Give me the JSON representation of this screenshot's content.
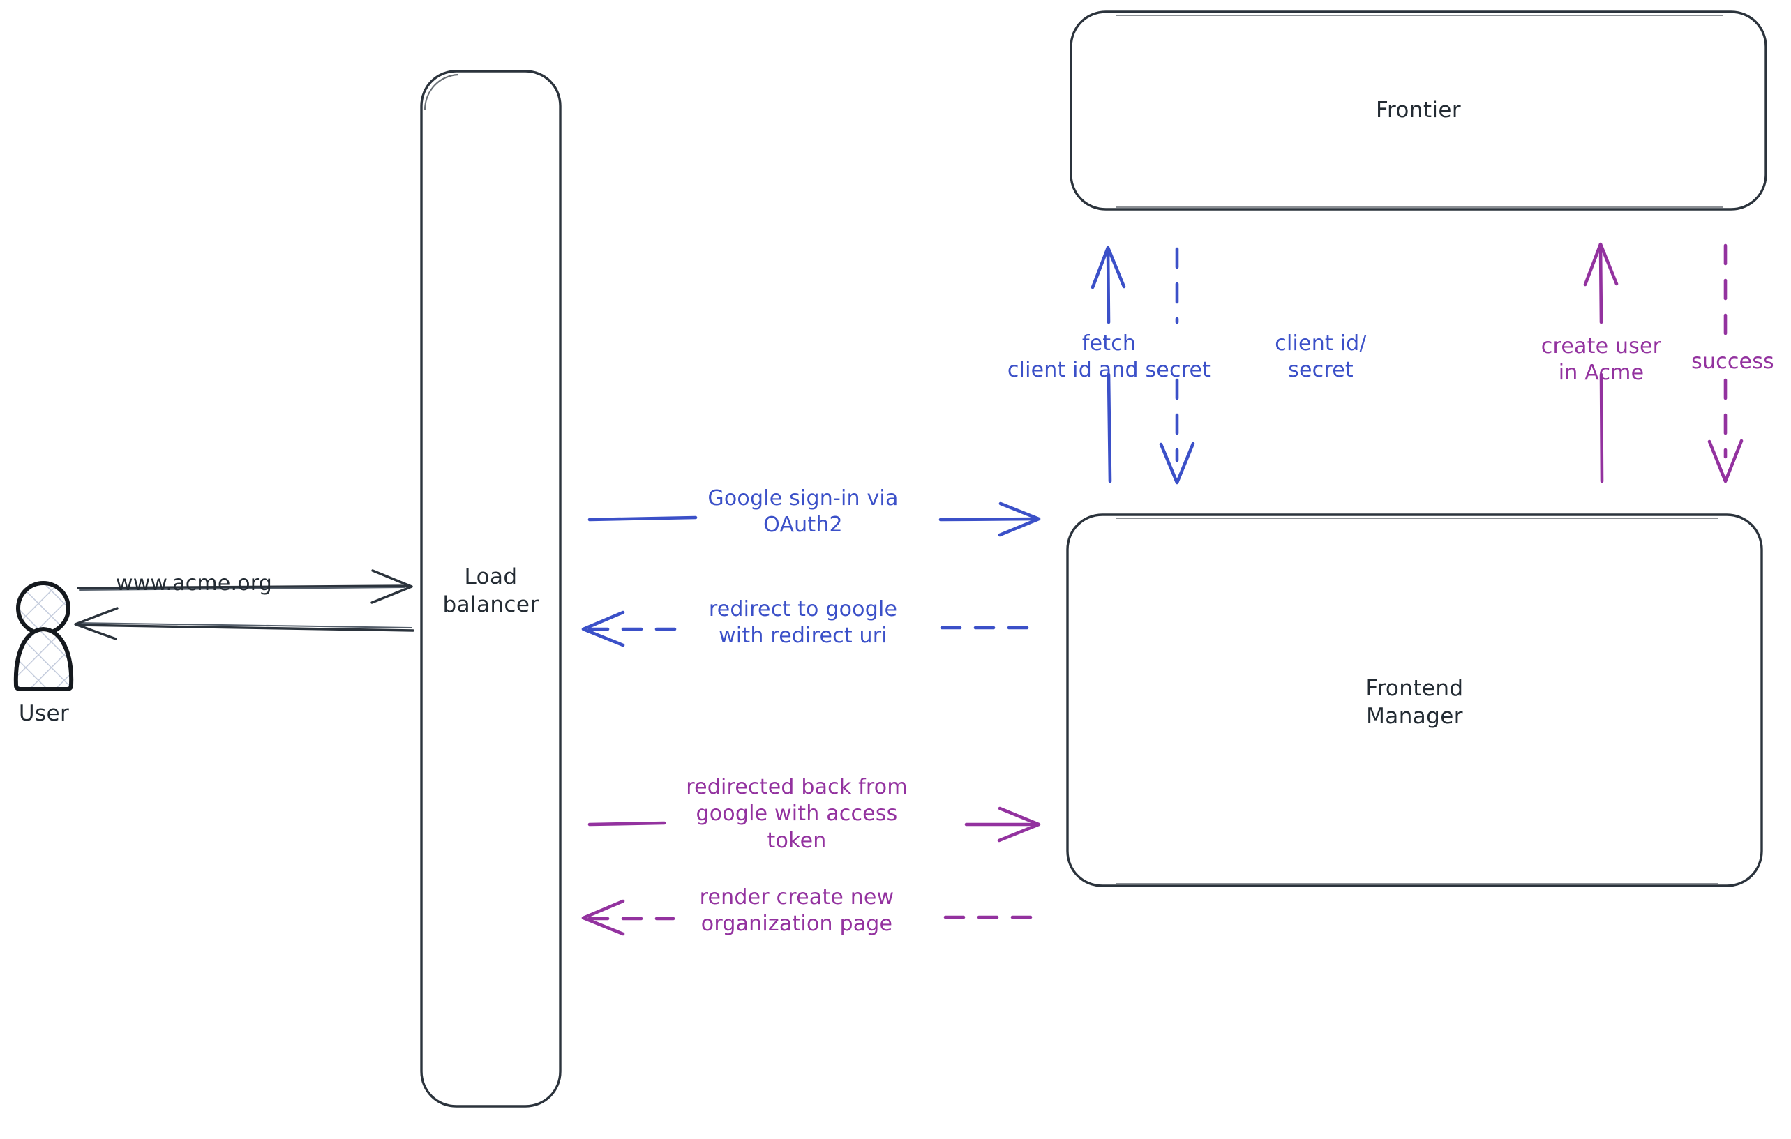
{
  "diagram": {
    "title": "Google OAuth2 sign-in flow",
    "colors": {
      "stroke_dark": "#2b333c",
      "blue": "#3b50c8",
      "purple": "#93329f",
      "hatch": "#c3cbdc",
      "background": "#ffffff"
    }
  },
  "actors": [
    {
      "id": "user",
      "label": "User",
      "icon": "user-person-icon"
    }
  ],
  "nodes": [
    {
      "id": "load-balancer",
      "label": "Load\nbalancer"
    },
    {
      "id": "frontier",
      "label": "Frontier"
    },
    {
      "id": "frontend-manager",
      "label": "Frontend\nManager"
    }
  ],
  "edges": [
    {
      "id": "user-to-lb",
      "label": "www.acme.org",
      "from": "user",
      "to": "load-balancer",
      "color": "#2b333c",
      "style": "solid",
      "direction": "right"
    },
    {
      "id": "lb-to-user",
      "label": "",
      "from": "load-balancer",
      "to": "user",
      "color": "#2b333c",
      "style": "solid",
      "direction": "left"
    },
    {
      "id": "google-signin",
      "label": "Google sign-in via\nOAuth2",
      "from": "load-balancer",
      "to": "frontend-manager",
      "color": "#3b50c8",
      "style": "solid",
      "direction": "right"
    },
    {
      "id": "redirect-to-google",
      "label": "redirect to google\nwith redirect uri",
      "from": "frontend-manager",
      "to": "load-balancer",
      "color": "#3b50c8",
      "style": "dashed",
      "direction": "left"
    },
    {
      "id": "redirected-back",
      "label": "redirected back from\ngoogle with access\ntoken",
      "from": "load-balancer",
      "to": "frontend-manager",
      "color": "#93329f",
      "style": "solid",
      "direction": "right"
    },
    {
      "id": "render-create-org",
      "label": "render create new\norganization page",
      "from": "frontend-manager",
      "to": "load-balancer",
      "color": "#93329f",
      "style": "dashed",
      "direction": "left"
    },
    {
      "id": "fetch-client-id",
      "label": "fetch\nclient id and secret",
      "from": "frontend-manager",
      "to": "frontier",
      "color": "#3b50c8",
      "style": "solid",
      "direction": "up"
    },
    {
      "id": "client-id-secret",
      "label": "client id/\nsecret",
      "from": "frontier",
      "to": "frontend-manager",
      "color": "#3b50c8",
      "style": "dashed",
      "direction": "down"
    },
    {
      "id": "create-user-acme",
      "label": "create user\nin Acme",
      "from": "frontend-manager",
      "to": "frontier",
      "color": "#93329f",
      "style": "solid",
      "direction": "up"
    },
    {
      "id": "success",
      "label": "success",
      "from": "frontier",
      "to": "frontend-manager",
      "color": "#93329f",
      "style": "dashed",
      "direction": "down"
    }
  ]
}
